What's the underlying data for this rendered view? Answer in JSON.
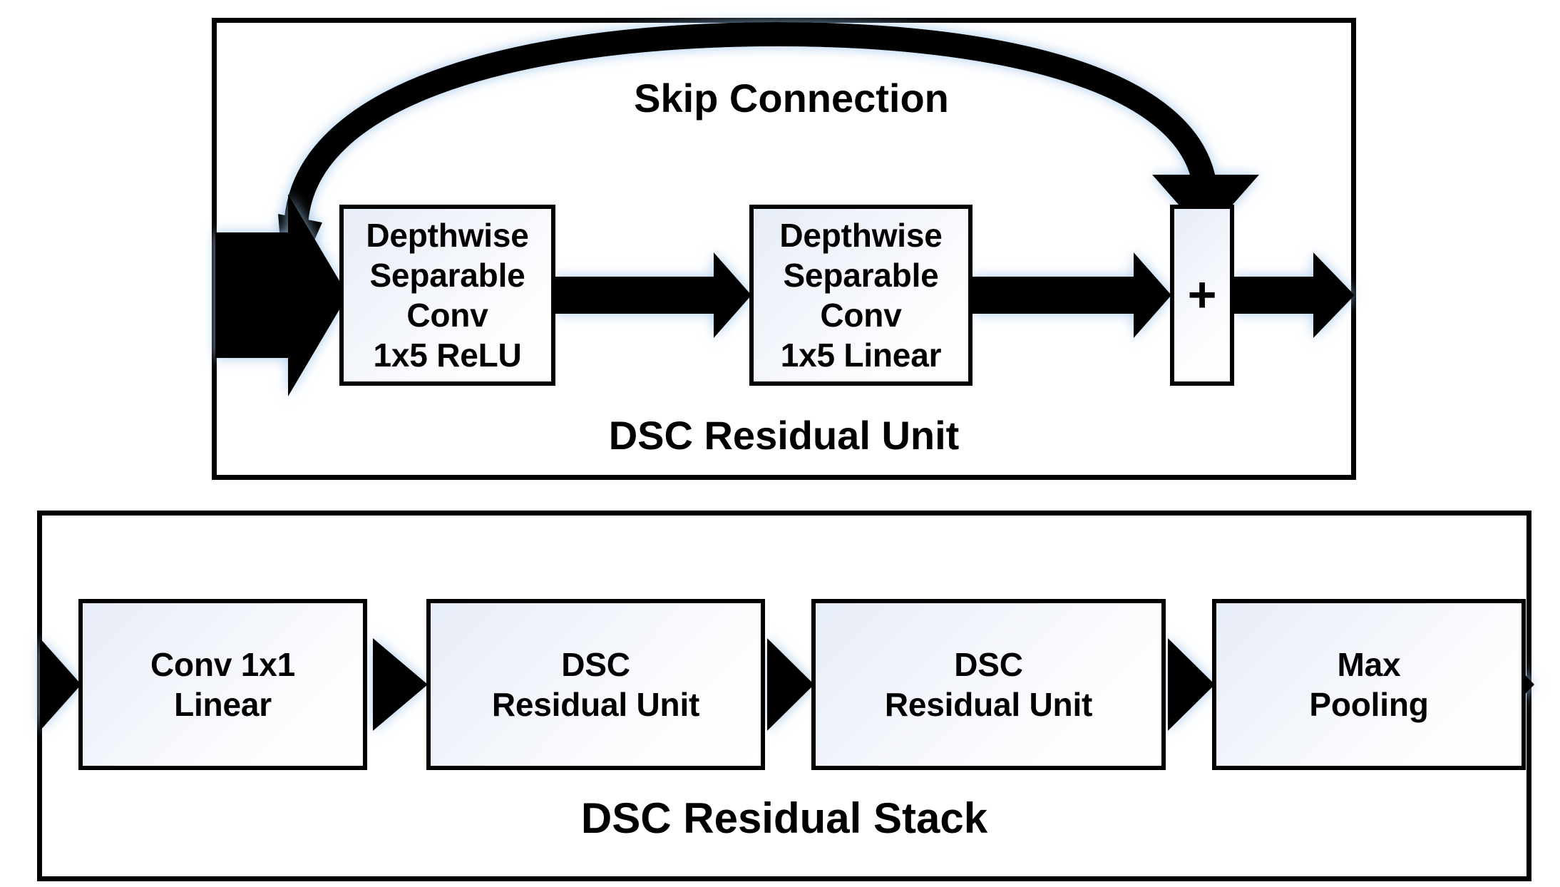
{
  "diagram": {
    "title_semantics": "DSC residual unit and DSC residual stack block diagram",
    "colors": {
      "stroke": "#000000",
      "box_fill_start": "#e7edf7",
      "box_fill_end": "#ffffff",
      "glow": "#bcd4ef",
      "background": "#ffffff"
    }
  },
  "unit_panel": {
    "caption": "DSC Residual Unit",
    "skip_label": "Skip Connection",
    "nodes": [
      {
        "id": "dsc1",
        "label": "Depthwise\nSeparable Conv\n1x5 ReLU"
      },
      {
        "id": "dsc2",
        "label": "Depthwise\nSeparable Conv\n1x5 Linear"
      },
      {
        "id": "add",
        "label": "+"
      }
    ],
    "arrows": [
      {
        "name": "input-arrow",
        "from": "panel-left",
        "to": "dsc1"
      },
      {
        "name": "dsc1-to-dsc2",
        "from": "dsc1",
        "to": "dsc2"
      },
      {
        "name": "dsc2-to-add",
        "from": "dsc2",
        "to": "add"
      },
      {
        "name": "output-arrow",
        "from": "add",
        "to": "panel-right"
      },
      {
        "name": "skip-arrow",
        "from": "input-arrow",
        "to": "add"
      }
    ]
  },
  "stack_panel": {
    "caption": "DSC Residual Stack",
    "nodes": [
      {
        "id": "conv",
        "label": "Conv 1x1\nLinear"
      },
      {
        "id": "dsru1",
        "label": "DSC\nResidual Unit"
      },
      {
        "id": "dsru2",
        "label": "DSC\nResidual Unit"
      },
      {
        "id": "pool",
        "label": "Max\nPooling"
      }
    ],
    "arrows": [
      {
        "name": "stack-input-arrow",
        "from": "panel-left",
        "to": "conv"
      },
      {
        "name": "conv-to-dsru1",
        "from": "conv",
        "to": "dsru1"
      },
      {
        "name": "dsru1-to-dsru2",
        "from": "dsru1",
        "to": "dsru2"
      },
      {
        "name": "dsru2-to-pool",
        "from": "dsru2",
        "to": "pool"
      },
      {
        "name": "stack-output-arrow",
        "from": "pool",
        "to": "panel-right"
      }
    ]
  }
}
